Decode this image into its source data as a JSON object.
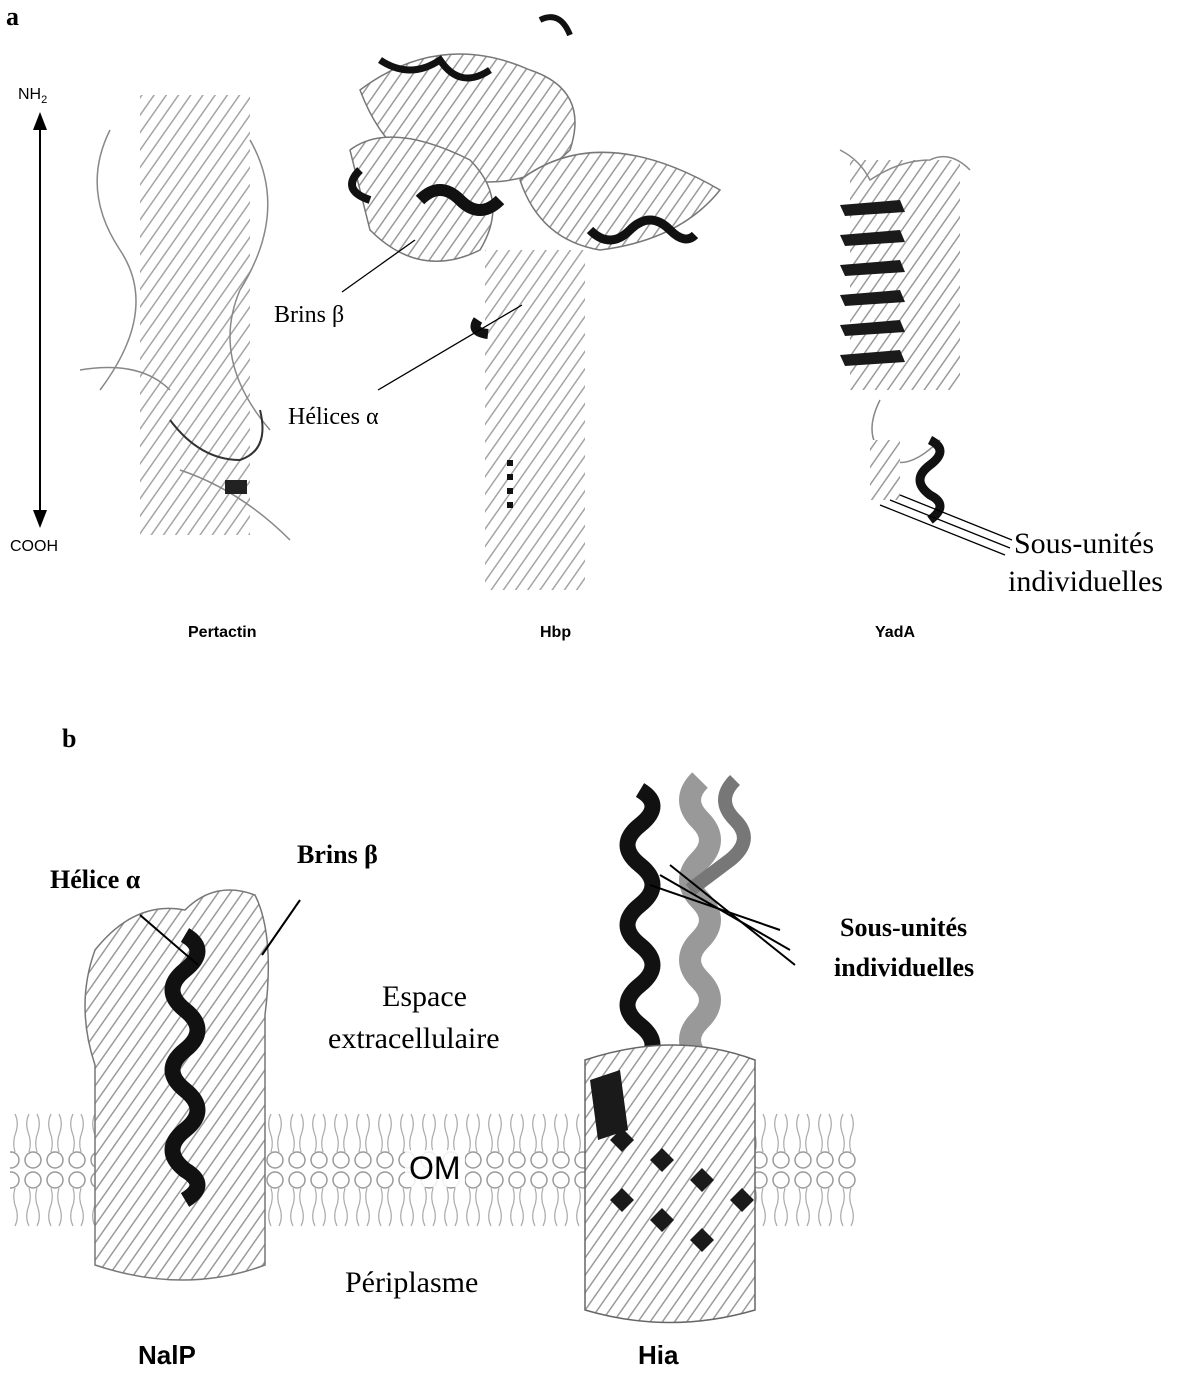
{
  "panel_a": {
    "letter": "a",
    "axis_top": "NH",
    "axis_top_sub": "2",
    "axis_bottom": "COOH",
    "label_brins": "Brins β",
    "label_helices": "Hélices α",
    "label_sous_unites_1": "Sous-unités",
    "label_sous_unites_2": "individuelles",
    "captions": [
      "Pertactin",
      "Hbp",
      "YadA"
    ]
  },
  "panel_b": {
    "letter": "b",
    "label_helice": "Hélice α",
    "label_brins": "Brins β",
    "label_sous_unites_1": "Sous-unités",
    "label_sous_unites_2": "individuelles",
    "label_espace_1": "Espace",
    "label_espace_2": "extracellulaire",
    "label_om": "OM",
    "label_periplasme": "Périplasme",
    "captions": [
      "NalP",
      "Hia"
    ]
  }
}
